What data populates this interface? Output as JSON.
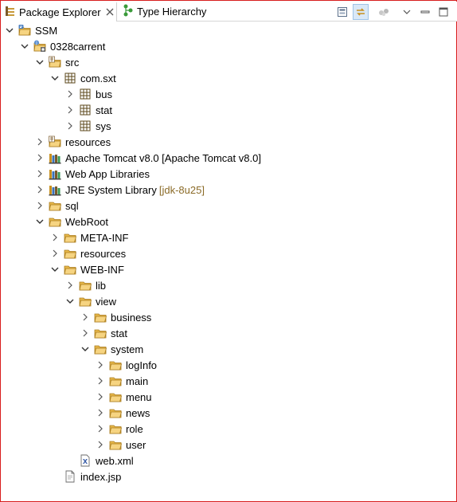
{
  "tabs": {
    "package_explorer": "Package Explorer",
    "type_hierarchy": "Type Hierarchy"
  },
  "tree": [
    {
      "label": "SSM",
      "icon": "project",
      "expanded": true
    },
    {
      "label": "0328carrent",
      "icon": "java-project",
      "expanded": true
    },
    {
      "label": "src",
      "icon": "source-folder",
      "expanded": true
    },
    {
      "label": "com.sxt",
      "icon": "package",
      "expanded": true
    },
    {
      "label": "bus",
      "icon": "package",
      "expanded": false
    },
    {
      "label": "stat",
      "icon": "package",
      "expanded": false
    },
    {
      "label": "sys",
      "icon": "package",
      "expanded": false
    },
    {
      "label": "resources",
      "icon": "source-folder",
      "expanded": false
    },
    {
      "label": "Apache Tomcat v8.0 [Apache Tomcat v8.0]",
      "icon": "library",
      "expanded": false
    },
    {
      "label": "Web App Libraries",
      "icon": "library",
      "expanded": false
    },
    {
      "label": "JRE System Library",
      "suffix": "[jdk-8u25]",
      "icon": "library",
      "expanded": false
    },
    {
      "label": "sql",
      "icon": "folder",
      "expanded": false
    },
    {
      "label": "WebRoot",
      "icon": "folder",
      "expanded": true
    },
    {
      "label": "META-INF",
      "icon": "folder",
      "expanded": false
    },
    {
      "label": "resources",
      "icon": "folder",
      "expanded": false
    },
    {
      "label": "WEB-INF",
      "icon": "folder",
      "expanded": true
    },
    {
      "label": "lib",
      "icon": "folder",
      "expanded": false
    },
    {
      "label": "view",
      "icon": "folder",
      "expanded": true
    },
    {
      "label": "business",
      "icon": "folder",
      "expanded": false
    },
    {
      "label": "stat",
      "icon": "folder",
      "expanded": false
    },
    {
      "label": "system",
      "icon": "folder",
      "expanded": true
    },
    {
      "label": "logInfo",
      "icon": "folder",
      "expanded": false
    },
    {
      "label": "main",
      "icon": "folder",
      "expanded": false
    },
    {
      "label": "menu",
      "icon": "folder",
      "expanded": false
    },
    {
      "label": "news",
      "icon": "folder",
      "expanded": false
    },
    {
      "label": "role",
      "icon": "folder",
      "expanded": false
    },
    {
      "label": "user",
      "icon": "folder",
      "expanded": false
    },
    {
      "label": "web.xml",
      "icon": "xml-file",
      "leaf": true
    },
    {
      "label": "index.jsp",
      "icon": "jsp-file",
      "leaf": true
    }
  ],
  "colors": {
    "frame_border": "#d81e1e",
    "folder": "#e8b84a",
    "library_suffix": "#8b6b28"
  }
}
